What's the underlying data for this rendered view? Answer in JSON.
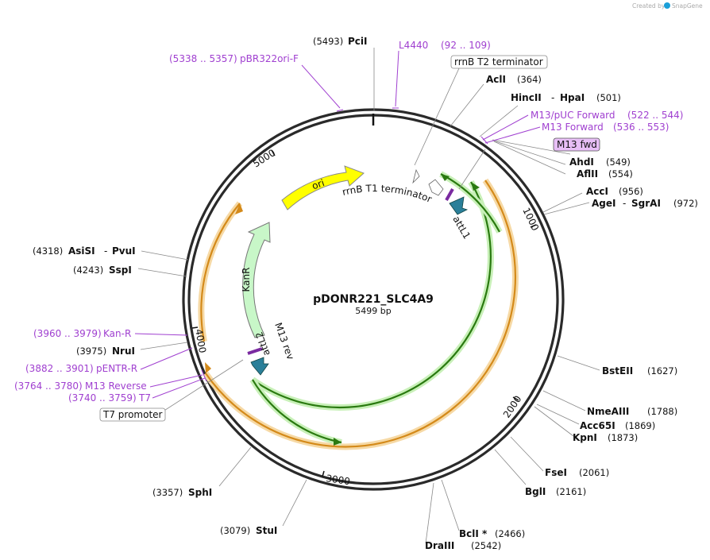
{
  "credit": {
    "created_by": "Created by",
    "brand": "SnapGene"
  },
  "plasmid": {
    "name": "pDONR221_SLC4A9",
    "length": "5499 bp"
  },
  "ticks": [
    "5000",
    "1000",
    "2000",
    "3000",
    "4000"
  ],
  "features": {
    "ori": "ori",
    "kanr": "KanR",
    "rrnb_t1": "rrnB T1 terminator",
    "attl1": "attL1",
    "attl2": "attL2",
    "m13rev": "M13 rev"
  },
  "enzymes": [
    {
      "name": "PciI",
      "pos": "(5493)"
    },
    {
      "name": "AclI",
      "pos": "(364)"
    },
    {
      "name": "HincII",
      "name2": "HpaI",
      "pos": "(501)"
    },
    {
      "name": "AhdI",
      "pos": "(549)"
    },
    {
      "name": "AflII",
      "pos": "(554)"
    },
    {
      "name": "AccI",
      "pos": "(956)"
    },
    {
      "name": "AgeI",
      "name2": "SgrAI",
      "pos": "(972)"
    },
    {
      "name": "BstEII",
      "pos": "(1627)"
    },
    {
      "name": "NmeAIII",
      "pos": "(1788)"
    },
    {
      "name": "Acc65I",
      "pos": "(1869)"
    },
    {
      "name": "KpnI",
      "pos": "(1873)"
    },
    {
      "name": "FseI",
      "pos": "(2061)"
    },
    {
      "name": "BglI",
      "pos": "(2161)"
    },
    {
      "name": "BclI *",
      "pos": "(2466)"
    },
    {
      "name": "DraIII",
      "pos": "(2542)"
    },
    {
      "name": "StuI",
      "pos": "(3079)"
    },
    {
      "name": "SphI",
      "pos": "(3357)"
    },
    {
      "name": "NruI",
      "pos": "(3975)"
    },
    {
      "name": "SspI",
      "pos": "(4243)"
    },
    {
      "name": "AsiSI",
      "name2": "PvuI",
      "pos": "(4318)"
    }
  ],
  "primers": [
    {
      "name": "L4440",
      "range": "(92 .. 109)"
    },
    {
      "name": "pBR322ori-F",
      "range": "(5338 .. 5357)"
    },
    {
      "name": "M13/pUC Forward",
      "range": "(522 .. 544)"
    },
    {
      "name": "M13 Forward",
      "range": "(536 .. 553)"
    },
    {
      "name": "Kan-R",
      "range": "(3960 .. 3979)"
    },
    {
      "name": "pENTR-R",
      "range": "(3882 .. 3901)"
    },
    {
      "name": "M13 Reverse",
      "range": "(3764 .. 3780)"
    },
    {
      "name": "T7",
      "range": "(3740 .. 3759)"
    }
  ],
  "boxed": {
    "rrnb_t2": "rrnB T2 terminator",
    "m13fwd": "M13 fwd",
    "t7promoter": "T7 promoter"
  },
  "dash": "-"
}
